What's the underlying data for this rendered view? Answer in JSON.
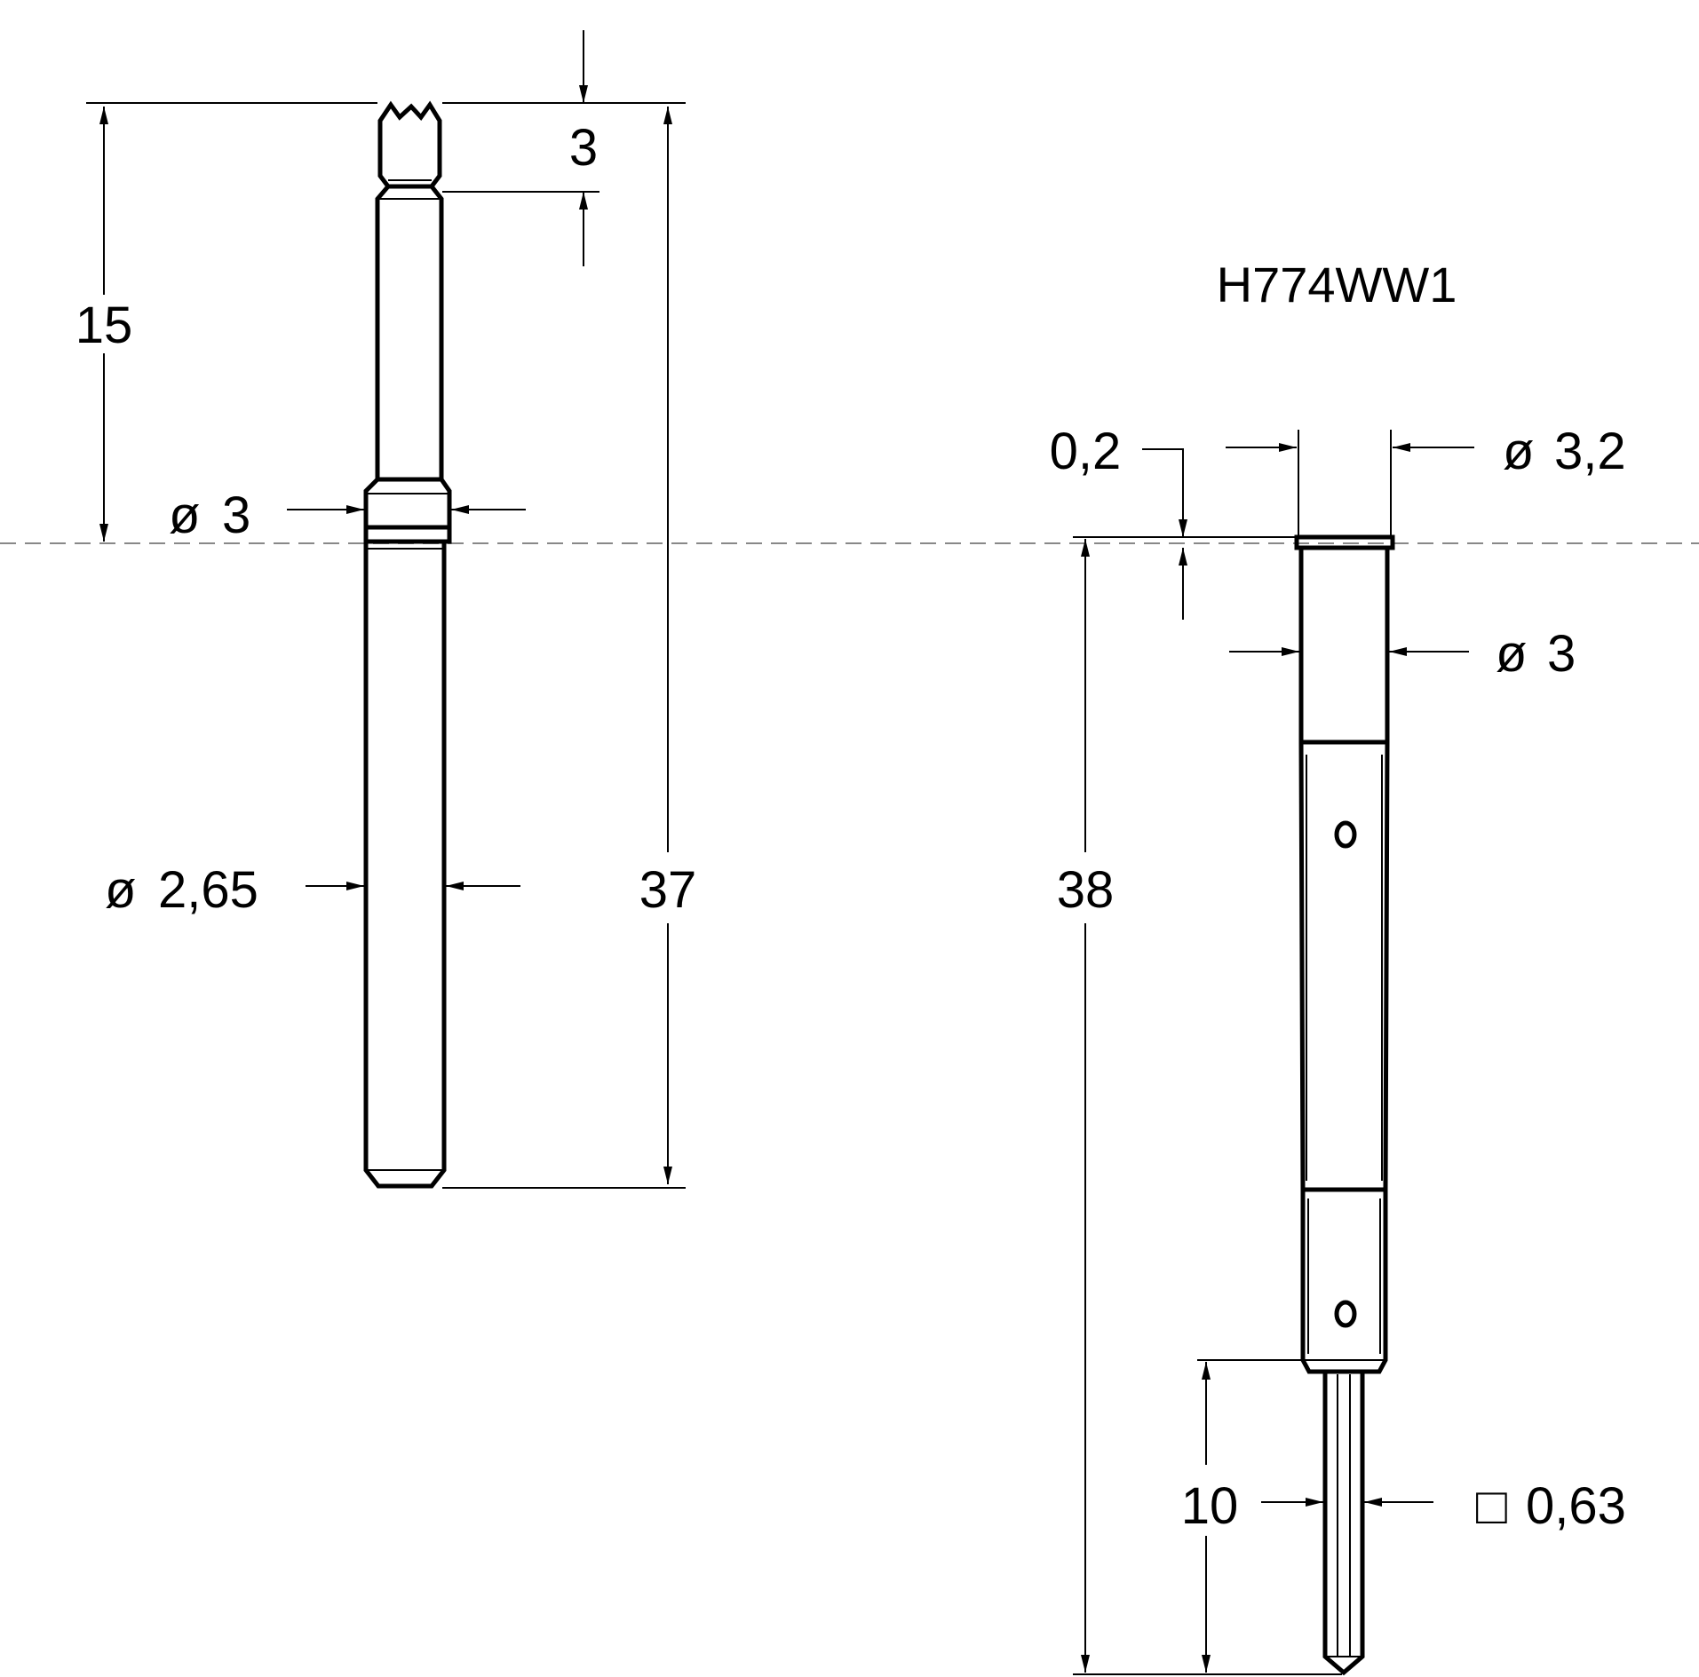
{
  "part_number": "H774WW1",
  "diameter_symbol": "ø",
  "square_symbol": "□",
  "left_view": {
    "dims": {
      "tip_height": "3",
      "head_length": "15",
      "head_diameter": "3",
      "plunger_diameter": "2,65",
      "total_length": "37"
    }
  },
  "right_view": {
    "dims": {
      "collar_thickness": "0,2",
      "collar_diameter": "3,2",
      "barrel_diameter": "3",
      "total_length": "38",
      "tail_length": "10",
      "tail_square": "0,63"
    }
  }
}
